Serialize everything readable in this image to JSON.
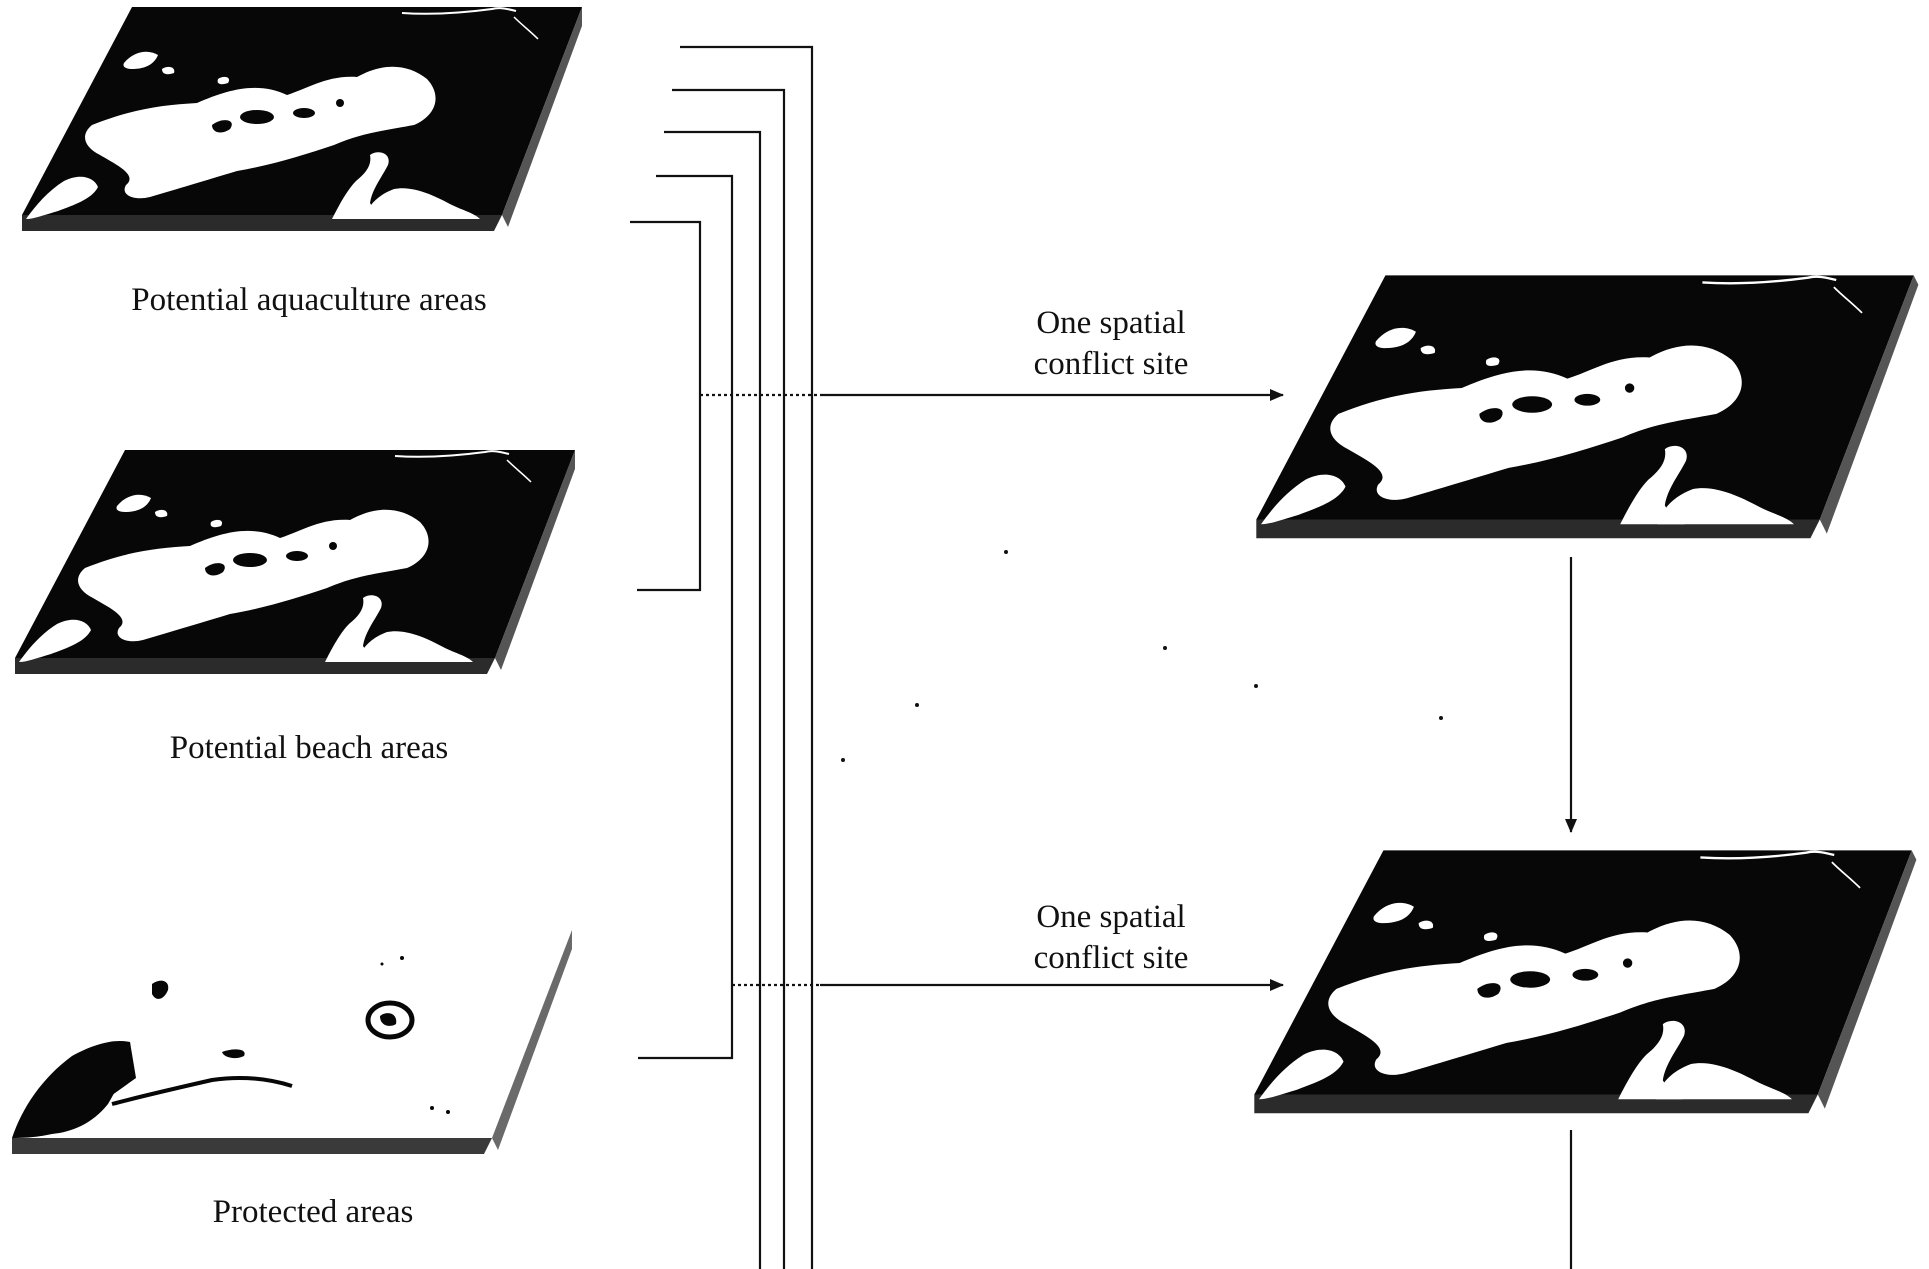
{
  "input_layers": [
    {
      "id": "aquaculture",
      "label": "Potential aquaculture areas",
      "style": "dark-map"
    },
    {
      "id": "beach",
      "label": "Potential beach areas",
      "style": "dark-map"
    },
    {
      "id": "protected",
      "label": "Protected areas",
      "style": "light-map"
    }
  ],
  "output_layers": [
    {
      "id": "result-1",
      "style": "dark-map"
    },
    {
      "id": "result-2",
      "style": "dark-map"
    }
  ],
  "edges": [
    {
      "label_line1": "One spatial",
      "label_line2": "conflict site"
    },
    {
      "label_line1": "One spatial",
      "label_line2": "conflict site"
    }
  ],
  "colors": {
    "map_dark": "#070707",
    "map_land": "#ffffff",
    "line": "#111111"
  }
}
